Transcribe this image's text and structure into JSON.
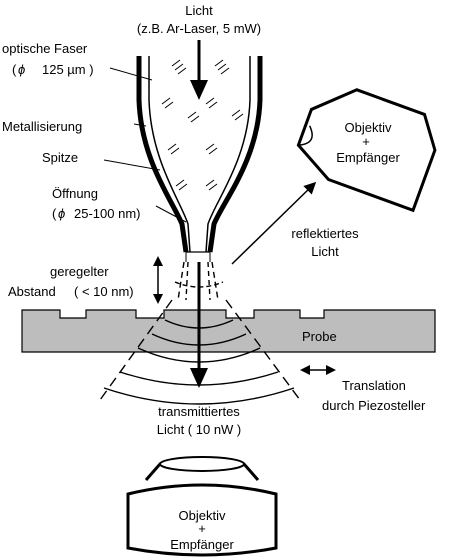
{
  "labels": {
    "light_title": "Licht",
    "light_source": "(z.B. Ar-Laser, 5 mW)",
    "fiber_line1": "optische Faser",
    "fiber_line2": "125 µm )",
    "fiber_line2_prefix": "(",
    "metallization": "Metallisierung",
    "tip": "Spitze",
    "aperture_line1": "Öffnung",
    "aperture_line2": "25-100 nm)",
    "aperture_line2_prefix": "(",
    "diameter_symbol": "ϕ",
    "distance_line1": "geregelter",
    "distance_line2": "Abstand",
    "distance_value": "( < 10 nm)",
    "sample": "Probe",
    "reflected_line1": "reflektiertes",
    "reflected_line2": "Licht",
    "objective_top_line1": "Objektiv",
    "objective_top_plus": "+",
    "objective_top_line2": "Empfänger",
    "translation_line1": "Translation",
    "translation_line2": "durch Piezosteller",
    "transmitted_line1": "transmittiertes",
    "transmitted_line2": "Licht ( 10 nW )",
    "objective_bottom_line1": "Objektiv",
    "objective_bottom_plus": "+",
    "objective_bottom_line2": "Empfänger"
  },
  "colors": {
    "sample_fill": "#bdbdbd",
    "ink": "#000000",
    "background": "#ffffff"
  }
}
